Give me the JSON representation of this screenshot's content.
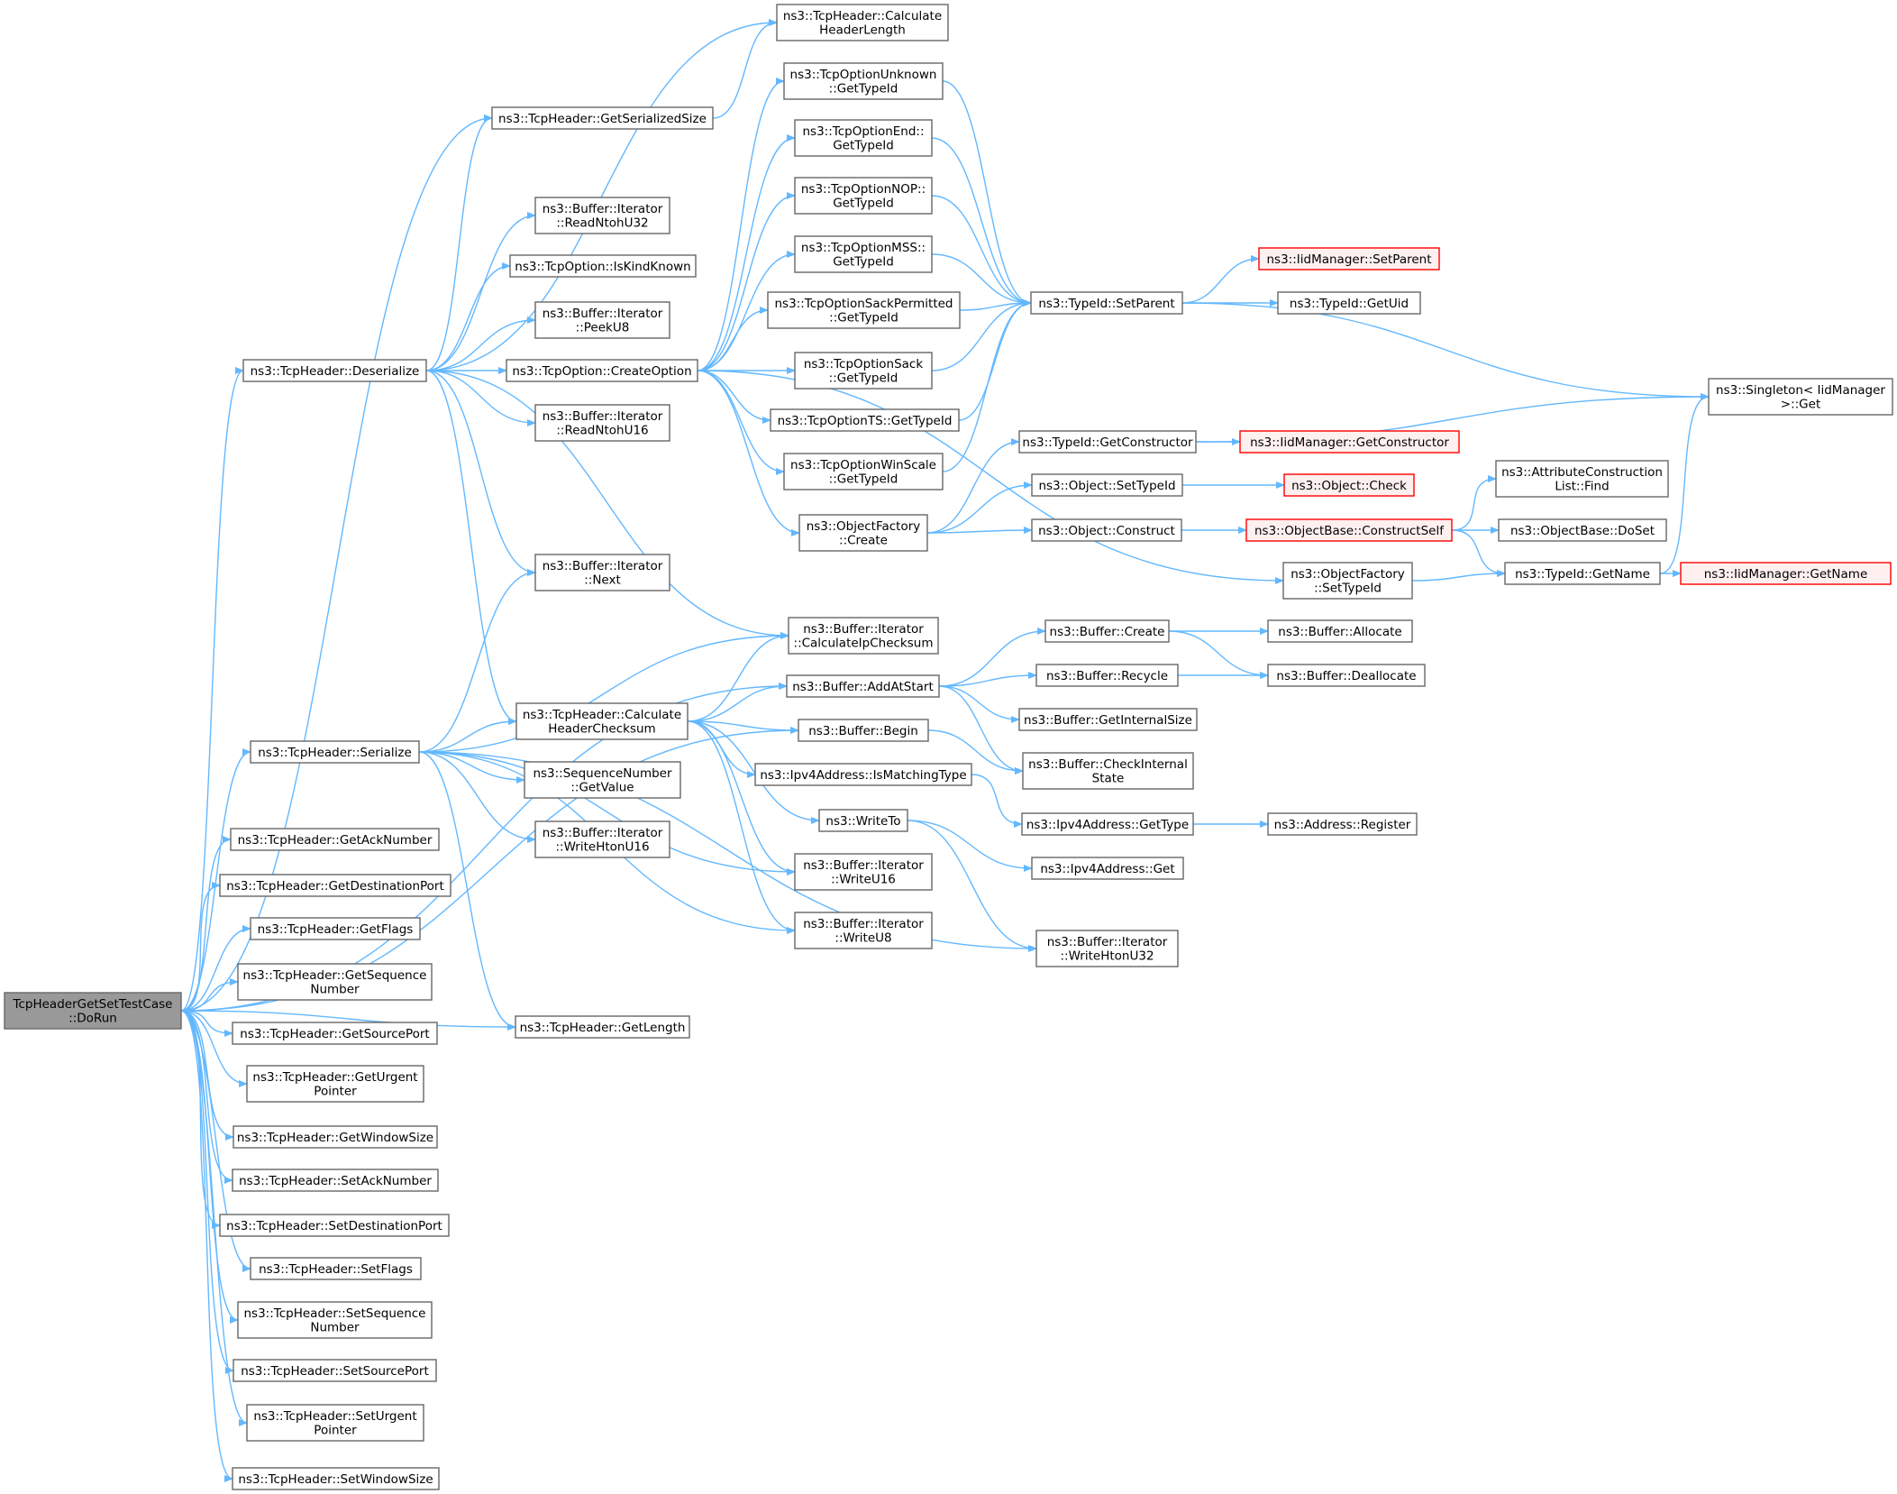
{
  "colors": {
    "edge": "#63b8ff",
    "node_border": "#666666",
    "root_fill": "#999999",
    "truncated_border": "#ff0000",
    "truncated_fill": "#fff0f0"
  },
  "nodes": [
    {
      "id": "dorun",
      "lines": [
        "TcpHeaderGetSetTestCase",
        "::DoRun"
      ],
      "root": true
    },
    {
      "id": "deserialize",
      "lines": [
        "ns3::TcpHeader::Deserialize"
      ]
    },
    {
      "id": "serialize",
      "lines": [
        "ns3::TcpHeader::Serialize"
      ]
    },
    {
      "id": "getacknumber",
      "lines": [
        "ns3::TcpHeader::GetAckNumber"
      ]
    },
    {
      "id": "getdestport",
      "lines": [
        "ns3::TcpHeader::GetDestinationPort"
      ]
    },
    {
      "id": "getflags",
      "lines": [
        "ns3::TcpHeader::GetFlags"
      ]
    },
    {
      "id": "getseq",
      "lines": [
        "ns3::TcpHeader::GetSequence",
        "Number"
      ]
    },
    {
      "id": "getsrcport",
      "lines": [
        "ns3::TcpHeader::GetSourcePort"
      ]
    },
    {
      "id": "geturgent",
      "lines": [
        "ns3::TcpHeader::GetUrgent",
        "Pointer"
      ]
    },
    {
      "id": "getwindow",
      "lines": [
        "ns3::TcpHeader::GetWindowSize"
      ]
    },
    {
      "id": "setacknumber",
      "lines": [
        "ns3::TcpHeader::SetAckNumber"
      ]
    },
    {
      "id": "setdestport",
      "lines": [
        "ns3::TcpHeader::SetDestinationPort"
      ]
    },
    {
      "id": "setflags",
      "lines": [
        "ns3::TcpHeader::SetFlags"
      ]
    },
    {
      "id": "setseq",
      "lines": [
        "ns3::TcpHeader::SetSequence",
        "Number"
      ]
    },
    {
      "id": "setsrcport",
      "lines": [
        "ns3::TcpHeader::SetSourcePort"
      ]
    },
    {
      "id": "seturgent",
      "lines": [
        "ns3::TcpHeader::SetUrgent",
        "Pointer"
      ]
    },
    {
      "id": "setwindow",
      "lines": [
        "ns3::TcpHeader::SetWindowSize"
      ]
    },
    {
      "id": "getserializedsize",
      "lines": [
        "ns3::TcpHeader::GetSerializedSize"
      ]
    },
    {
      "id": "readntohu32",
      "lines": [
        "ns3::Buffer::Iterator",
        "::ReadNtohU32"
      ]
    },
    {
      "id": "iskindknown",
      "lines": [
        "ns3::TcpOption::IsKindKnown"
      ]
    },
    {
      "id": "peeku8",
      "lines": [
        "ns3::Buffer::Iterator",
        "::PeekU8"
      ]
    },
    {
      "id": "createoption",
      "lines": [
        "ns3::TcpOption::CreateOption"
      ]
    },
    {
      "id": "readntohu16",
      "lines": [
        "ns3::Buffer::Iterator",
        "::ReadNtohU16"
      ]
    },
    {
      "id": "next",
      "lines": [
        "ns3::Buffer::Iterator",
        "::Next"
      ]
    },
    {
      "id": "calcchecksum",
      "lines": [
        "ns3::TcpHeader::Calculate",
        "HeaderChecksum"
      ]
    },
    {
      "id": "seqgetvalue",
      "lines": [
        "ns3::SequenceNumber",
        "::GetValue"
      ]
    },
    {
      "id": "writehtonu16",
      "lines": [
        "ns3::Buffer::Iterator",
        "::WriteHtonU16"
      ]
    },
    {
      "id": "getlength",
      "lines": [
        "ns3::TcpHeader::GetLength"
      ]
    },
    {
      "id": "calcheaderlength",
      "lines": [
        "ns3::TcpHeader::Calculate",
        "HeaderLength"
      ]
    },
    {
      "id": "optunknown",
      "lines": [
        "ns3::TcpOptionUnknown",
        "::GetTypeId"
      ]
    },
    {
      "id": "optend",
      "lines": [
        "ns3::TcpOptionEnd::",
        "GetTypeId"
      ]
    },
    {
      "id": "optnop",
      "lines": [
        "ns3::TcpOptionNOP::",
        "GetTypeId"
      ]
    },
    {
      "id": "optmss",
      "lines": [
        "ns3::TcpOptionMSS::",
        "GetTypeId"
      ]
    },
    {
      "id": "optsackperm",
      "lines": [
        "ns3::TcpOptionSackPermitted",
        "::GetTypeId"
      ]
    },
    {
      "id": "optsack",
      "lines": [
        "ns3::TcpOptionSack",
        "::GetTypeId"
      ]
    },
    {
      "id": "optts",
      "lines": [
        "ns3::TcpOptionTS::GetTypeId"
      ]
    },
    {
      "id": "optwinscale",
      "lines": [
        "ns3::TcpOptionWinScale",
        "::GetTypeId"
      ]
    },
    {
      "id": "objfactorycreate",
      "lines": [
        "ns3::ObjectFactory",
        "::Create"
      ]
    },
    {
      "id": "calcipchecksum",
      "lines": [
        "ns3::Buffer::Iterator",
        "::CalculateIpChecksum"
      ]
    },
    {
      "id": "addatstart",
      "lines": [
        "ns3::Buffer::AddAtStart"
      ]
    },
    {
      "id": "begin",
      "lines": [
        "ns3::Buffer::Begin"
      ]
    },
    {
      "id": "ismatchingtype",
      "lines": [
        "ns3::Ipv4Address::IsMatchingType"
      ]
    },
    {
      "id": "writeto",
      "lines": [
        "ns3::WriteTo"
      ]
    },
    {
      "id": "writeu16",
      "lines": [
        "ns3::Buffer::Iterator",
        "::WriteU16"
      ]
    },
    {
      "id": "writeu8",
      "lines": [
        "ns3::Buffer::Iterator",
        "::WriteU8"
      ]
    },
    {
      "id": "setparent",
      "lines": [
        "ns3::TypeId::SetParent"
      ]
    },
    {
      "id": "getconstructor",
      "lines": [
        "ns3::TypeId::GetConstructor"
      ]
    },
    {
      "id": "objsettypeid",
      "lines": [
        "ns3::Object::SetTypeId"
      ]
    },
    {
      "id": "objconstruct",
      "lines": [
        "ns3::Object::Construct"
      ]
    },
    {
      "id": "bufcreate",
      "lines": [
        "ns3::Buffer::Create"
      ]
    },
    {
      "id": "bufrecycle",
      "lines": [
        "ns3::Buffer::Recycle"
      ]
    },
    {
      "id": "getinternalsize",
      "lines": [
        "ns3::Buffer::GetInternalSize"
      ]
    },
    {
      "id": "checkinternal",
      "lines": [
        "ns3::Buffer::CheckInternal",
        "State"
      ]
    },
    {
      "id": "ipv4gettype",
      "lines": [
        "ns3::Ipv4Address::GetType"
      ]
    },
    {
      "id": "ipv4get",
      "lines": [
        "ns3::Ipv4Address::Get"
      ]
    },
    {
      "id": "writehtonu32",
      "lines": [
        "ns3::Buffer::Iterator",
        "::WriteHtonU32"
      ]
    },
    {
      "id": "iidsetparent",
      "lines": [
        "ns3::IidManager::SetParent"
      ],
      "truncated": true
    },
    {
      "id": "getuid",
      "lines": [
        "ns3::TypeId::GetUid"
      ]
    },
    {
      "id": "iidgetconstructor",
      "lines": [
        "ns3::IidManager::GetConstructor"
      ],
      "truncated": true
    },
    {
      "id": "objcheck",
      "lines": [
        "ns3::Object::Check"
      ],
      "truncated": true
    },
    {
      "id": "constructself",
      "lines": [
        "ns3::ObjectBase::ConstructSelf"
      ],
      "truncated": true
    },
    {
      "id": "objfactorysettypeid",
      "lines": [
        "ns3::ObjectFactory",
        "::SetTypeId"
      ]
    },
    {
      "id": "bufallocate",
      "lines": [
        "ns3::Buffer::Allocate"
      ]
    },
    {
      "id": "bufdeallocate",
      "lines": [
        "ns3::Buffer::Deallocate"
      ]
    },
    {
      "id": "addressregister",
      "lines": [
        "ns3::Address::Register"
      ]
    },
    {
      "id": "attrfind",
      "lines": [
        "ns3::AttributeConstruction",
        "List::Find"
      ]
    },
    {
      "id": "doset",
      "lines": [
        "ns3::ObjectBase::DoSet"
      ]
    },
    {
      "id": "typeidgetname",
      "lines": [
        "ns3::TypeId::GetName"
      ]
    },
    {
      "id": "singletonget",
      "lines": [
        "ns3::Singleton< IidManager",
        ">::Get"
      ]
    },
    {
      "id": "iidgetname",
      "lines": [
        "ns3::IidManager::GetName"
      ],
      "truncated": true
    }
  ],
  "edges": [
    [
      "dorun",
      "deserialize"
    ],
    [
      "dorun",
      "serialize"
    ],
    [
      "dorun",
      "getacknumber"
    ],
    [
      "dorun",
      "getdestport"
    ],
    [
      "dorun",
      "getflags"
    ],
    [
      "dorun",
      "getseq"
    ],
    [
      "dorun",
      "getsrcport"
    ],
    [
      "dorun",
      "geturgent"
    ],
    [
      "dorun",
      "getwindow"
    ],
    [
      "dorun",
      "setacknumber"
    ],
    [
      "dorun",
      "setdestport"
    ],
    [
      "dorun",
      "setflags"
    ],
    [
      "dorun",
      "setseq"
    ],
    [
      "dorun",
      "setsrcport"
    ],
    [
      "dorun",
      "seturgent"
    ],
    [
      "dorun",
      "setwindow"
    ],
    [
      "dorun",
      "getserializedsize"
    ],
    [
      "dorun",
      "addatstart"
    ],
    [
      "dorun",
      "begin"
    ],
    [
      "dorun",
      "getlength"
    ],
    [
      "deserialize",
      "getserializedsize"
    ],
    [
      "deserialize",
      "calcheaderlength"
    ],
    [
      "deserialize",
      "readntohu32"
    ],
    [
      "deserialize",
      "iskindknown"
    ],
    [
      "deserialize",
      "peeku8"
    ],
    [
      "deserialize",
      "createoption"
    ],
    [
      "deserialize",
      "readntohu16"
    ],
    [
      "deserialize",
      "next"
    ],
    [
      "deserialize",
      "calcchecksum"
    ],
    [
      "deserialize",
      "calcipchecksum"
    ],
    [
      "serialize",
      "next"
    ],
    [
      "serialize",
      "calcchecksum"
    ],
    [
      "serialize",
      "seqgetvalue"
    ],
    [
      "serialize",
      "writehtonu16"
    ],
    [
      "serialize",
      "getlength"
    ],
    [
      "serialize",
      "calcipchecksum"
    ],
    [
      "serialize",
      "writeu16"
    ],
    [
      "serialize",
      "writeu8"
    ],
    [
      "serialize",
      "writehtonu32"
    ],
    [
      "getserializedsize",
      "calcheaderlength"
    ],
    [
      "createoption",
      "optunknown"
    ],
    [
      "createoption",
      "optend"
    ],
    [
      "createoption",
      "optnop"
    ],
    [
      "createoption",
      "optmss"
    ],
    [
      "createoption",
      "optsackperm"
    ],
    [
      "createoption",
      "optsack"
    ],
    [
      "createoption",
      "optts"
    ],
    [
      "createoption",
      "optwinscale"
    ],
    [
      "createoption",
      "objfactorycreate"
    ],
    [
      "createoption",
      "objfactorysettypeid"
    ],
    [
      "calcchecksum",
      "calcipchecksum"
    ],
    [
      "calcchecksum",
      "addatstart"
    ],
    [
      "calcchecksum",
      "begin"
    ],
    [
      "calcchecksum",
      "ismatchingtype"
    ],
    [
      "calcchecksum",
      "writeto"
    ],
    [
      "calcchecksum",
      "writeu16"
    ],
    [
      "calcchecksum",
      "writeu8"
    ],
    [
      "optunknown",
      "setparent"
    ],
    [
      "optend",
      "setparent"
    ],
    [
      "optnop",
      "setparent"
    ],
    [
      "optmss",
      "setparent"
    ],
    [
      "optsackperm",
      "setparent"
    ],
    [
      "optsack",
      "setparent"
    ],
    [
      "optts",
      "setparent"
    ],
    [
      "optwinscale",
      "setparent"
    ],
    [
      "objfactorycreate",
      "getconstructor"
    ],
    [
      "objfactorycreate",
      "objsettypeid"
    ],
    [
      "objfactorycreate",
      "objconstruct"
    ],
    [
      "addatstart",
      "bufcreate"
    ],
    [
      "addatstart",
      "bufrecycle"
    ],
    [
      "addatstart",
      "getinternalsize"
    ],
    [
      "addatstart",
      "checkinternal"
    ],
    [
      "begin",
      "checkinternal"
    ],
    [
      "ismatchingtype",
      "ipv4gettype"
    ],
    [
      "writeto",
      "ipv4get"
    ],
    [
      "writeto",
      "writehtonu32"
    ],
    [
      "setparent",
      "iidsetparent"
    ],
    [
      "setparent",
      "getuid"
    ],
    [
      "setparent",
      "singletonget"
    ],
    [
      "getconstructor",
      "iidgetconstructor"
    ],
    [
      "getconstructor",
      "singletonget"
    ],
    [
      "objsettypeid",
      "objcheck"
    ],
    [
      "objconstruct",
      "constructself"
    ],
    [
      "bufcreate",
      "bufallocate"
    ],
    [
      "bufcreate",
      "bufdeallocate"
    ],
    [
      "bufrecycle",
      "bufdeallocate"
    ],
    [
      "ipv4gettype",
      "addressregister"
    ],
    [
      "constructself",
      "attrfind"
    ],
    [
      "constructself",
      "doset"
    ],
    [
      "constructself",
      "typeidgetname"
    ],
    [
      "objfactorysettypeid",
      "typeidgetname"
    ],
    [
      "typeidgetname",
      "singletonget"
    ],
    [
      "typeidgetname",
      "iidgetname"
    ]
  ]
}
